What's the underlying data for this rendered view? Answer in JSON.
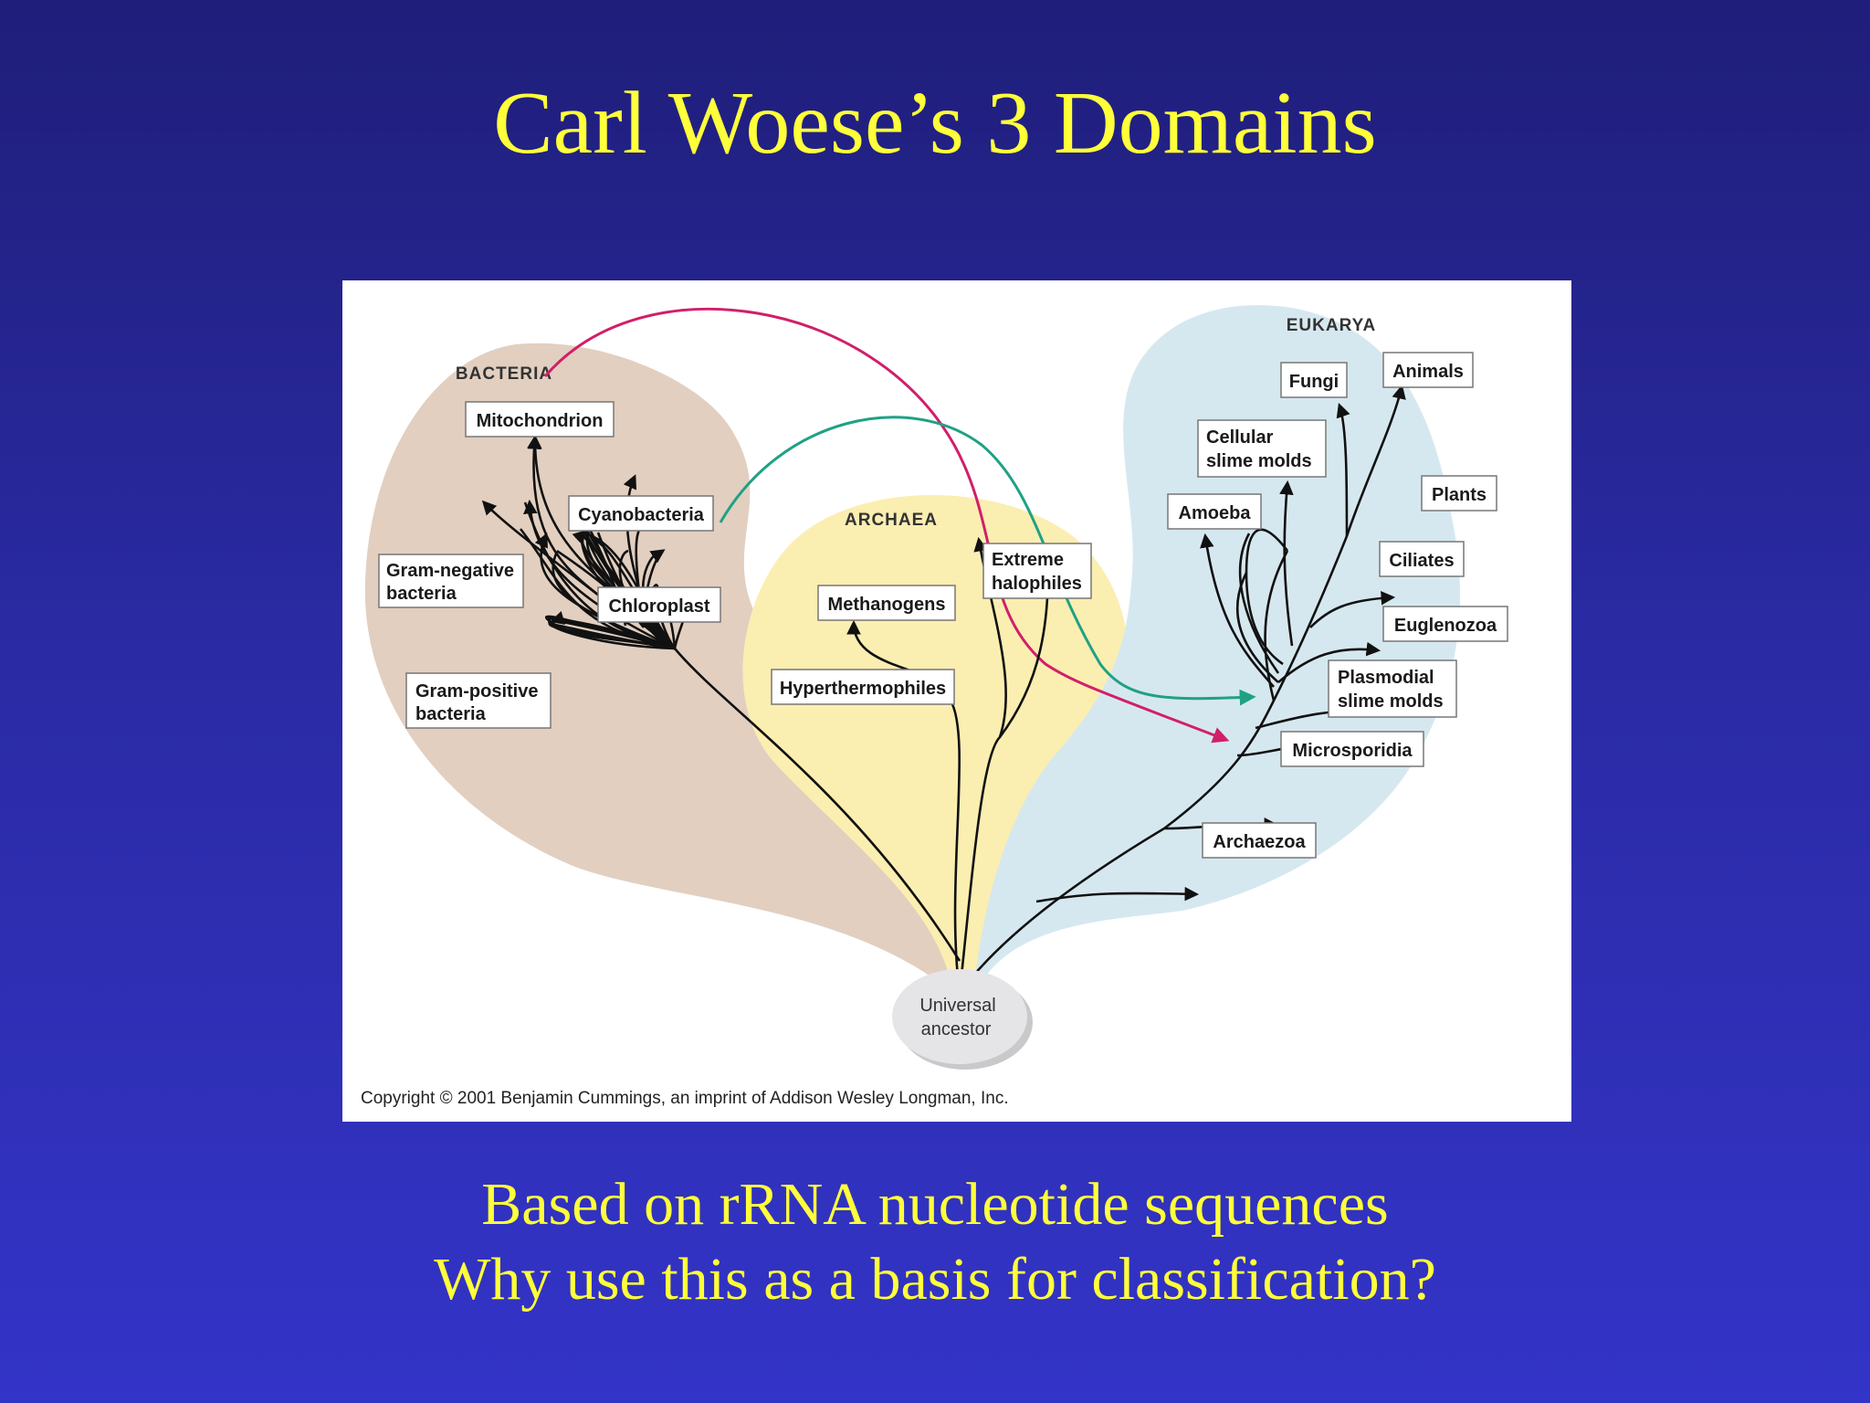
{
  "slide": {
    "title": "Carl Woese’s 3 Domains",
    "caption_line1": "Based on rRNA nucleotide sequences",
    "caption_line2": "Why use this as a basis for classification?"
  },
  "colors": {
    "title_text": "#ffff3a",
    "bacteria_region": "#e2cfc0",
    "archaea_region": "#fbeeb1",
    "eukarya_region": "#d6e8ef",
    "mitochondrion_arrow": "#d11f6a",
    "chloroplast_arrow": "#1fa184"
  },
  "diagram": {
    "domains": {
      "bacteria": "BACTERIA",
      "archaea": "ARCHAEA",
      "eukarya": "EUKARYA"
    },
    "root": {
      "line1": "Universal",
      "line2": "ancestor"
    },
    "bacteria_groups": {
      "mitochondrion": "Mitochondrion",
      "cyanobacteria": "Cyanobacteria",
      "gram_negative_1": "Gram-negative",
      "gram_negative_2": "bacteria",
      "chloroplast": "Chloroplast",
      "gram_positive_1": "Gram-positive",
      "gram_positive_2": "bacteria"
    },
    "archaea_groups": {
      "methanogens": "Methanogens",
      "extreme_halophiles_1": "Extreme",
      "extreme_halophiles_2": "halophiles",
      "hyperthermophiles": "Hyperthermophiles"
    },
    "eukarya_groups": {
      "fungi": "Fungi",
      "animals": "Animals",
      "cellular_slime_molds_1": "Cellular",
      "cellular_slime_molds_2": "slime molds",
      "plants": "Plants",
      "amoeba": "Amoeba",
      "ciliates": "Ciliates",
      "euglenozoa": "Euglenozoa",
      "plasmodial_slime_molds_1": "Plasmodial",
      "plasmodial_slime_molds_2": "slime molds",
      "microsporidia": "Microsporidia",
      "archaezoa": "Archaezoa"
    },
    "copyright": "Copyright © 2001 Benjamin Cummings, an imprint of Addison Wesley Longman, Inc."
  }
}
